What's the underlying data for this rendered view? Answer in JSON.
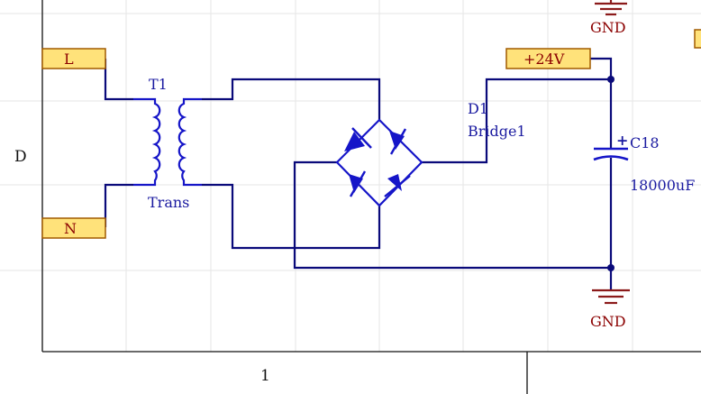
{
  "sheet": {
    "zone_row_label": "D",
    "zone_col_label": "1"
  },
  "ports": {
    "live": "L",
    "neutral": "N",
    "supply": "+24V"
  },
  "power_symbols": {
    "top_gnd": "GND",
    "bottom_gnd": "GND"
  },
  "components": {
    "transformer": {
      "designator": "T1",
      "comment": "Trans"
    },
    "bridge": {
      "designator": "D1",
      "comment": "Bridge1"
    },
    "capacitor": {
      "designator": "C18",
      "value": "18000uF",
      "polarity_mark": "+"
    }
  },
  "colors": {
    "wire": "#0a0a7a",
    "component": "#1515c8",
    "port_fill": "#ffe27a",
    "port_stroke": "#a05a00",
    "power_symbol": "#8b1a1a",
    "grid": "#e6e6e6",
    "sheet_border": "#111111"
  }
}
